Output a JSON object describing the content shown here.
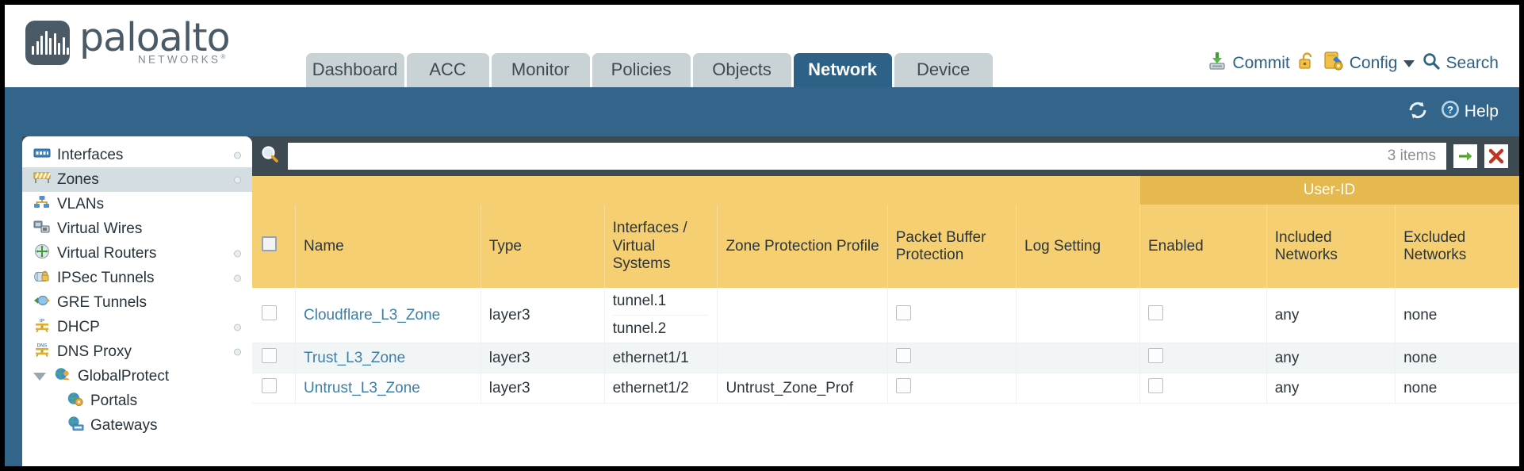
{
  "brand": {
    "name": "paloalto",
    "tagline": "NETWORKS",
    "trademark": "®",
    "logo_icon": "paloalto-bars-logo"
  },
  "nav": {
    "tabs": [
      {
        "label": "Dashboard",
        "active": false
      },
      {
        "label": "ACC",
        "active": false
      },
      {
        "label": "Monitor",
        "active": false
      },
      {
        "label": "Policies",
        "active": false
      },
      {
        "label": "Objects",
        "active": false
      },
      {
        "label": "Network",
        "active": true
      },
      {
        "label": "Device",
        "active": false
      }
    ]
  },
  "header_actions": {
    "commit": {
      "label": "Commit",
      "icon": "commit-save-icon"
    },
    "lock": {
      "icon": "padlock-unlocked-icon"
    },
    "config": {
      "label": "Config",
      "icon": "config-wrench-icon",
      "caret": "chevron-down-icon"
    },
    "search": {
      "label": "Search",
      "icon": "search-magnifier-icon"
    }
  },
  "subheader": {
    "refresh": {
      "icon": "refresh-icon"
    },
    "help": {
      "label": "Help",
      "icon": "help-question-icon"
    }
  },
  "sidebar": {
    "items": [
      {
        "label": "Interfaces",
        "icon": "interfaces-icon",
        "selected": false,
        "child": false,
        "expander": false,
        "dot": true
      },
      {
        "label": "Zones",
        "icon": "zones-icon",
        "selected": true,
        "child": false,
        "expander": false,
        "dot": true
      },
      {
        "label": "VLANs",
        "icon": "vlans-icon",
        "selected": false,
        "child": false,
        "expander": false,
        "dot": false
      },
      {
        "label": "Virtual Wires",
        "icon": "virtual-wires-icon",
        "selected": false,
        "child": false,
        "expander": false,
        "dot": false
      },
      {
        "label": "Virtual Routers",
        "icon": "virtual-routers-icon",
        "selected": false,
        "child": false,
        "expander": false,
        "dot": true
      },
      {
        "label": "IPSec Tunnels",
        "icon": "ipsec-tunnels-icon",
        "selected": false,
        "child": false,
        "expander": false,
        "dot": true
      },
      {
        "label": "GRE Tunnels",
        "icon": "gre-tunnels-icon",
        "selected": false,
        "child": false,
        "expander": false,
        "dot": false
      },
      {
        "label": "DHCP",
        "icon": "dhcp-icon",
        "selected": false,
        "child": false,
        "expander": false,
        "dot": true
      },
      {
        "label": "DNS Proxy",
        "icon": "dns-proxy-icon",
        "selected": false,
        "child": false,
        "expander": false,
        "dot": true
      },
      {
        "label": "GlobalProtect",
        "icon": "globalprotect-icon",
        "selected": false,
        "child": false,
        "expander": true,
        "dot": false
      },
      {
        "label": "Portals",
        "icon": "portals-icon",
        "selected": false,
        "child": true,
        "expander": false,
        "dot": false
      },
      {
        "label": "Gateways",
        "icon": "gateways-icon",
        "selected": false,
        "child": true,
        "expander": false,
        "dot": false
      }
    ]
  },
  "filterbar": {
    "search_icon": "search-magnifier-icon",
    "value": "",
    "placeholder": "",
    "items_count": "3 items",
    "apply_icon": "green-arrow-apply-icon",
    "clear_icon": "red-x-clear-icon"
  },
  "table": {
    "group_header": "User-ID",
    "columns": [
      "Name",
      "Type",
      "Interfaces / Virtual Systems",
      "Zone Protection Profile",
      "Packet Buffer Protection",
      "Log Setting",
      "Enabled",
      "Included Networks",
      "Excluded Networks"
    ],
    "rows": [
      {
        "selected": false,
        "name": "Cloudflare_L3_Zone",
        "type": "layer3",
        "interfaces": [
          "tunnel.1",
          "tunnel.2"
        ],
        "zone_protection_profile": "",
        "packet_buffer_protection": false,
        "log_setting": "",
        "userid_enabled": false,
        "included_networks": "any",
        "excluded_networks": "none"
      },
      {
        "selected": false,
        "name": "Trust_L3_Zone",
        "type": "layer3",
        "interfaces": [
          "ethernet1/1"
        ],
        "zone_protection_profile": "",
        "packet_buffer_protection": false,
        "log_setting": "",
        "userid_enabled": false,
        "included_networks": "any",
        "excluded_networks": "none"
      },
      {
        "selected": false,
        "name": "Untrust_L3_Zone",
        "type": "layer3",
        "interfaces": [
          "ethernet1/2"
        ],
        "zone_protection_profile": "Untrust_Zone_Prof",
        "packet_buffer_protection": false,
        "log_setting": "",
        "userid_enabled": false,
        "included_networks": "any",
        "excluded_networks": "none"
      }
    ]
  },
  "colors": {
    "brand_blue": "#2e6186",
    "band_blue": "#33658a",
    "body_slate": "#3e4a52",
    "table_header_gold": "#f5cf71",
    "group_header_gold": "#e5b94d",
    "link_blue": "#3c7fa6"
  }
}
